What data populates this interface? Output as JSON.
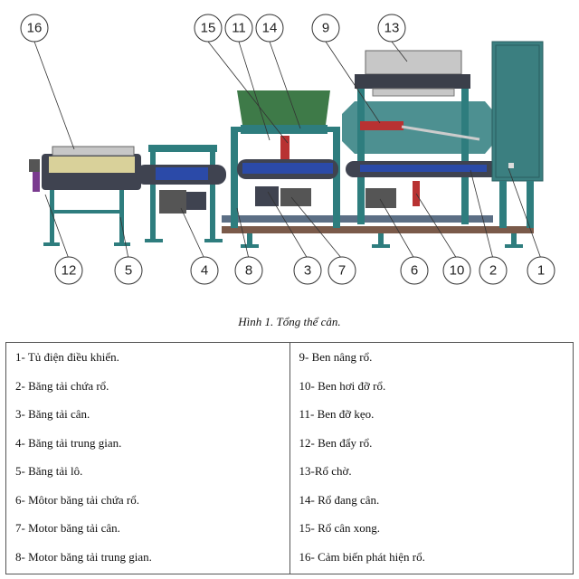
{
  "figure": {
    "callouts": [
      "16",
      "15",
      "11",
      "14",
      "9",
      "13",
      "12",
      "5",
      "4",
      "8",
      "3",
      "7",
      "6",
      "10",
      "2",
      "1"
    ],
    "colors": {
      "frame": "#2e7d7e",
      "belt": "#3f4350",
      "blue_panel": "#2b4aa8",
      "green_hopper": "#3e7a48",
      "cabinet": "#3b7f80",
      "base": "#7a5a4a",
      "basket_gray": "#c7c7c7",
      "orange_pillar": "#d07b37",
      "red_part": "#b83232",
      "purple_sensor": "#7a3b8f"
    }
  },
  "caption": "Hình 1. Tổng thể cân.",
  "legend": {
    "left": [
      "1- Tủ điện điều khiển.",
      "2- Băng tải chứa rổ.",
      "3- Băng tải cân.",
      "4- Băng tải trung gian.",
      "5- Băng tải lô.",
      "6- Môtor băng tải chứa rổ.",
      "7- Motor băng tải cân.",
      "8- Motor băng tải trung gian."
    ],
    "right": [
      "9- Ben nâng rổ.",
      "10- Ben hơi đỡ rổ.",
      "11- Ben đỡ kẹo.",
      "12- Ben đẩy rổ.",
      "13-Rổ chờ.",
      "14- Rổ đang cân.",
      "15- Rổ cân xong.",
      "16- Cảm biến phát hiện rổ."
    ]
  }
}
